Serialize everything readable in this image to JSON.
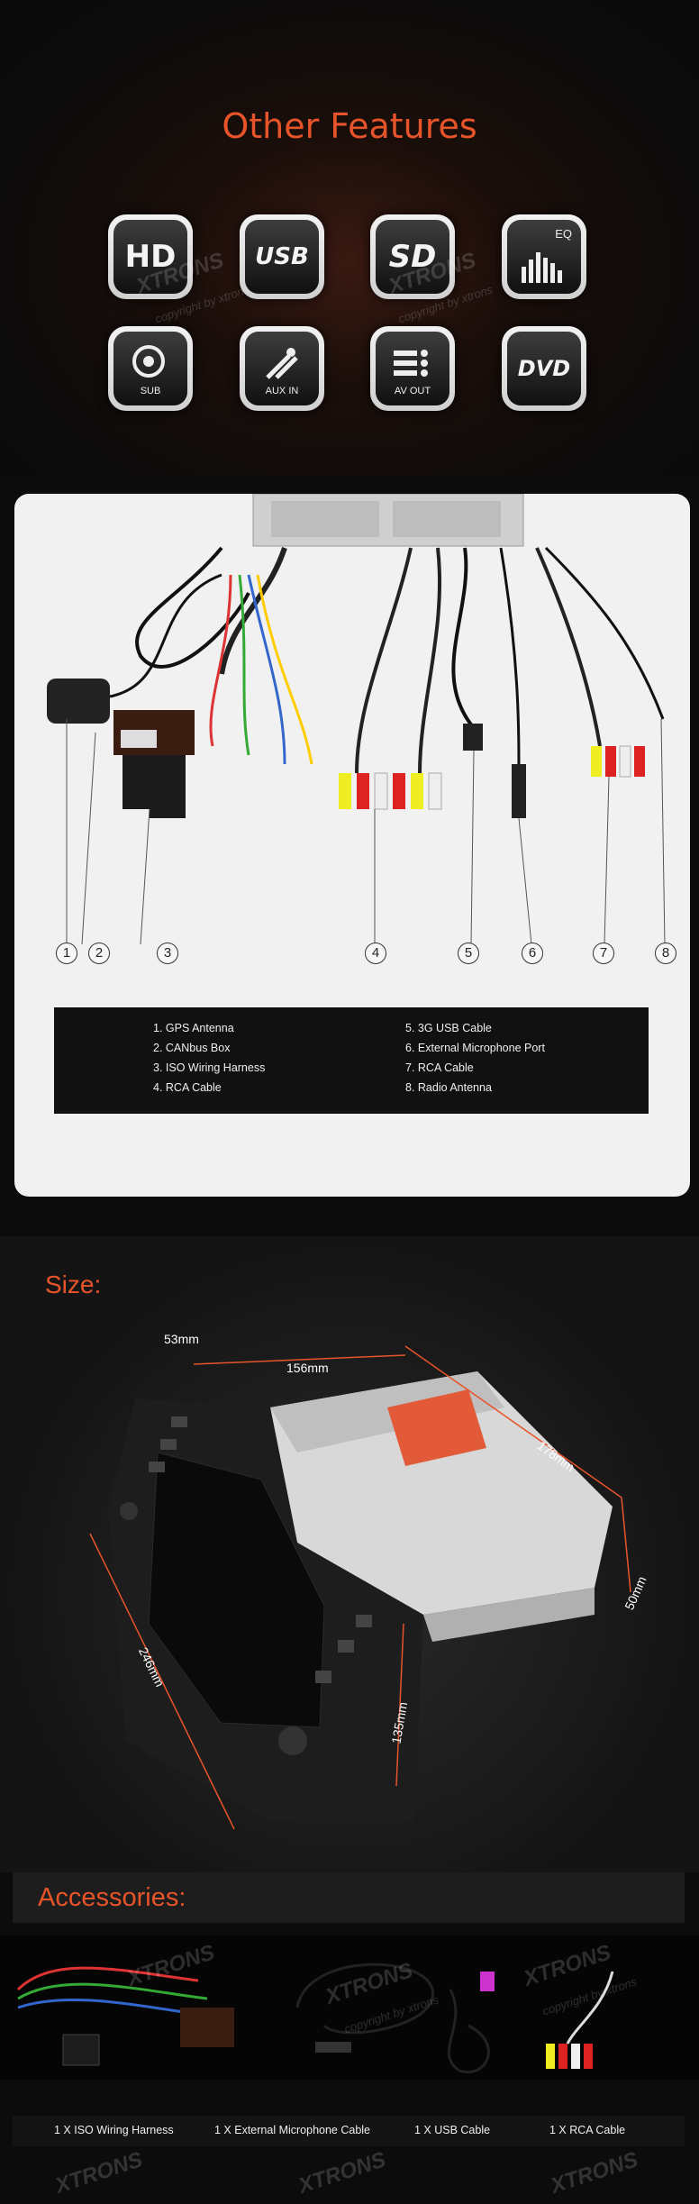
{
  "features": {
    "title": "Other Features",
    "icons": [
      {
        "label": "HD",
        "name": "hd-icon"
      },
      {
        "label": "USB",
        "name": "usb-icon"
      },
      {
        "label": "SD",
        "name": "sd-card-icon"
      },
      {
        "label": "EQ",
        "name": "equalizer-icon"
      },
      {
        "label": "SUB",
        "name": "subwoofer-icon"
      },
      {
        "label": "AUX IN",
        "name": "aux-in-icon"
      },
      {
        "label": "AV OUT",
        "name": "av-out-icon"
      },
      {
        "label": "DVD",
        "name": "dvd-icon"
      }
    ],
    "watermark_brand": "XTRONS",
    "watermark_text": "copyright by xtrons"
  },
  "cables": {
    "numbers": [
      "1",
      "2",
      "3",
      "4",
      "5",
      "6",
      "7",
      "8"
    ],
    "legend": [
      "1. GPS Antenna",
      "2. CANbus Box",
      "3. ISO Wiring Harness",
      "4. RCA Cable",
      "5. 3G USB Cable",
      "6. External Microphone Port",
      "7. RCA Cable",
      "8. Radio Antenna"
    ]
  },
  "size": {
    "title": "Size:",
    "dims": {
      "depth_front": "53mm",
      "width": "156mm",
      "length": "178mm",
      "rear_height": "50mm",
      "front_height": "246mm",
      "body_height": "135mm"
    }
  },
  "accessories": {
    "title": "Accessories:",
    "items": [
      "1 X ISO Wiring Harness",
      "1 X External Microphone Cable",
      "1 X USB Cable",
      "1 X RCA Cable"
    ]
  }
}
